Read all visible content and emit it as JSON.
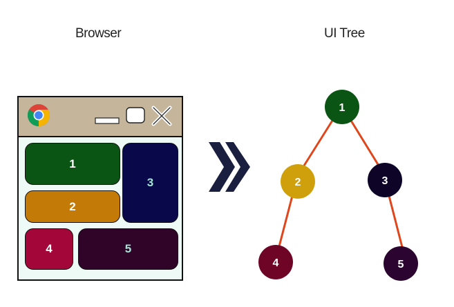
{
  "labels": {
    "browser": "Browser",
    "tree": "UI Tree"
  },
  "browser": {
    "regions": [
      {
        "id": "1",
        "label": "1",
        "color": "#0b5514",
        "text_color": "#ffffff"
      },
      {
        "id": "2",
        "label": "2",
        "color": "#c47a06",
        "text_color": "#ffffff"
      },
      {
        "id": "3",
        "label": "3",
        "color": "#08084a",
        "text_color": "#a6e3d5"
      },
      {
        "id": "4",
        "label": "4",
        "color": "#a3073a",
        "text_color": "#ffffff"
      },
      {
        "id": "5",
        "label": "5",
        "color": "#2f0428",
        "text_color": "#a6e3d5"
      }
    ],
    "titlebar_color": "#c4b59b",
    "body_color": "#eefaf6"
  },
  "tree": {
    "nodes": [
      {
        "id": "1",
        "label": "1",
        "color": "#0b5514"
      },
      {
        "id": "2",
        "label": "2",
        "color": "#d0a00c"
      },
      {
        "id": "3",
        "label": "3",
        "color": "#0e0428"
      },
      {
        "id": "4",
        "label": "4",
        "color": "#6e0426"
      },
      {
        "id": "5",
        "label": "5",
        "color": "#2c0430"
      }
    ],
    "edges": [
      {
        "from": "1",
        "to": "2"
      },
      {
        "from": "1",
        "to": "3"
      },
      {
        "from": "2",
        "to": "4"
      },
      {
        "from": "3",
        "to": "5"
      }
    ],
    "edge_color": "#e0461c"
  },
  "arrow_color": "#1a1f40",
  "icons": {
    "browser_logo": "chrome-logo-icon",
    "minimize": "minimize-icon",
    "maximize": "maximize-icon",
    "close": "close-icon",
    "transform_arrow": "double-chevron-right-icon"
  }
}
